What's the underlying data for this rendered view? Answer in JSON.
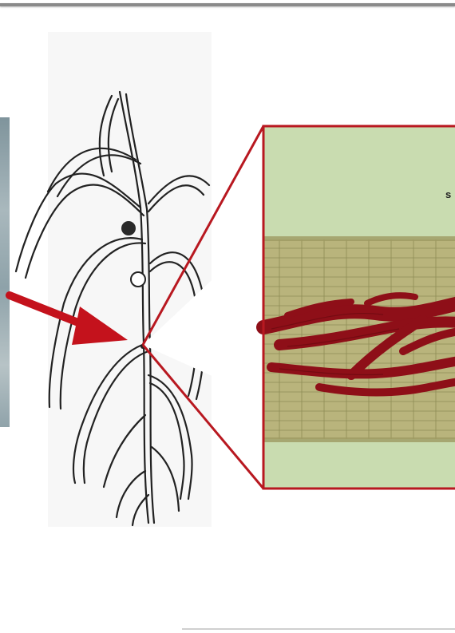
{
  "micrograph": {
    "partial_label": "s",
    "colors": {
      "frame": "#b81820",
      "background": "#c9dcb0",
      "root_tissue": "#b7b27a",
      "hyphae": "#8e0f18",
      "arrow": "#c4121c"
    }
  },
  "icons": [
    "root-system-sketch",
    "pointer-arrow",
    "zoom-callout",
    "micrograph-frame"
  ]
}
